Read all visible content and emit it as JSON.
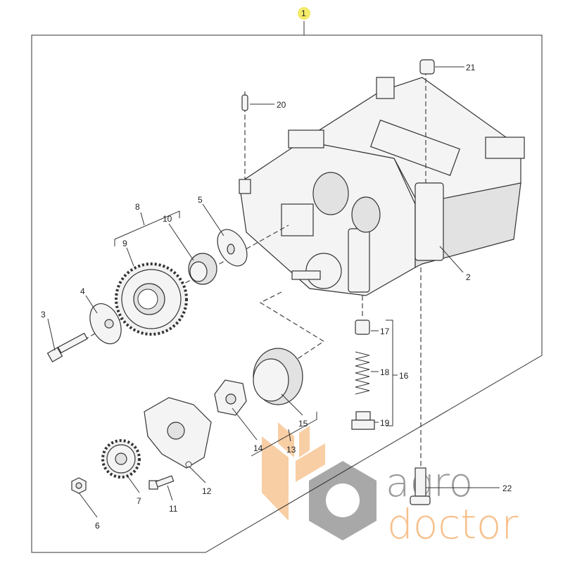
{
  "diagram": {
    "title": "Oil pump / balancer assembly exploded view",
    "callouts": {
      "c1": "1",
      "c2": "2",
      "c3": "3",
      "c4": "4",
      "c5": "5",
      "c6": "6",
      "c7": "7",
      "c8": "8",
      "c9": "9",
      "c10": "10",
      "c11": "11",
      "c12": "12",
      "c13": "13",
      "c14": "14",
      "c15": "15",
      "c16": "16",
      "c17": "17",
      "c18": "18",
      "c19": "19",
      "c20": "20",
      "c21": "21",
      "c22": "22"
    },
    "highlight_color": "#f2e85a"
  },
  "watermark": {
    "line1": "agro",
    "line2": "doctor",
    "gray": "#8a8a8a",
    "orange": "#f5b77a"
  }
}
